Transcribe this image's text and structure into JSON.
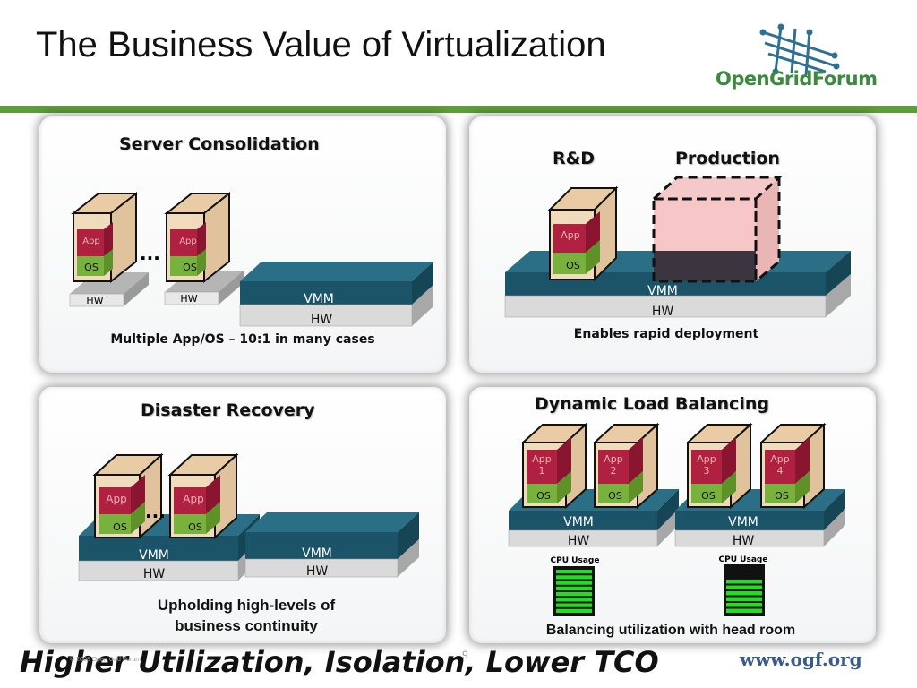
{
  "title": "The Business Value of Virtualization",
  "logo": {
    "text": "OpenGridForum"
  },
  "panels": {
    "consolidation": {
      "title": "Server Consolidation",
      "caption": "Multiple App/OS – 10:1 in many cases"
    },
    "rnd": {
      "title_left": "R&D",
      "title_right": "Production",
      "caption": "Enables rapid deployment"
    },
    "recovery": {
      "title": "Disaster Recovery",
      "caption": "Upholding high-levels of business continuity"
    },
    "balancing": {
      "title": "Dynamic Load Balancing",
      "caption": "Balancing utilization with head room",
      "cpu_label": "CPU Usage"
    }
  },
  "labels": {
    "app": "App",
    "os": "OS",
    "hw": "HW",
    "vmm": "VMM",
    "ellipsis": "...",
    "app1": "App 1",
    "app2": "App 2",
    "app3": "App 3",
    "app4": "App 4"
  },
  "cpu": {
    "left_fill": 1.0,
    "right_fill": 0.75
  },
  "footer": {
    "tagline": "Higher Utilization, Isolation, Lower TCO",
    "copyright": "© 2008 Open Grid Forum",
    "page": "9",
    "url": "www.ogf.org"
  },
  "colors": {
    "vmm": "#1b5468",
    "hw": "#d4d4d4",
    "app": "#b02040",
    "os": "#78b13c",
    "accent": "#5f9c3a",
    "cpu_bar": "#22dd22"
  }
}
